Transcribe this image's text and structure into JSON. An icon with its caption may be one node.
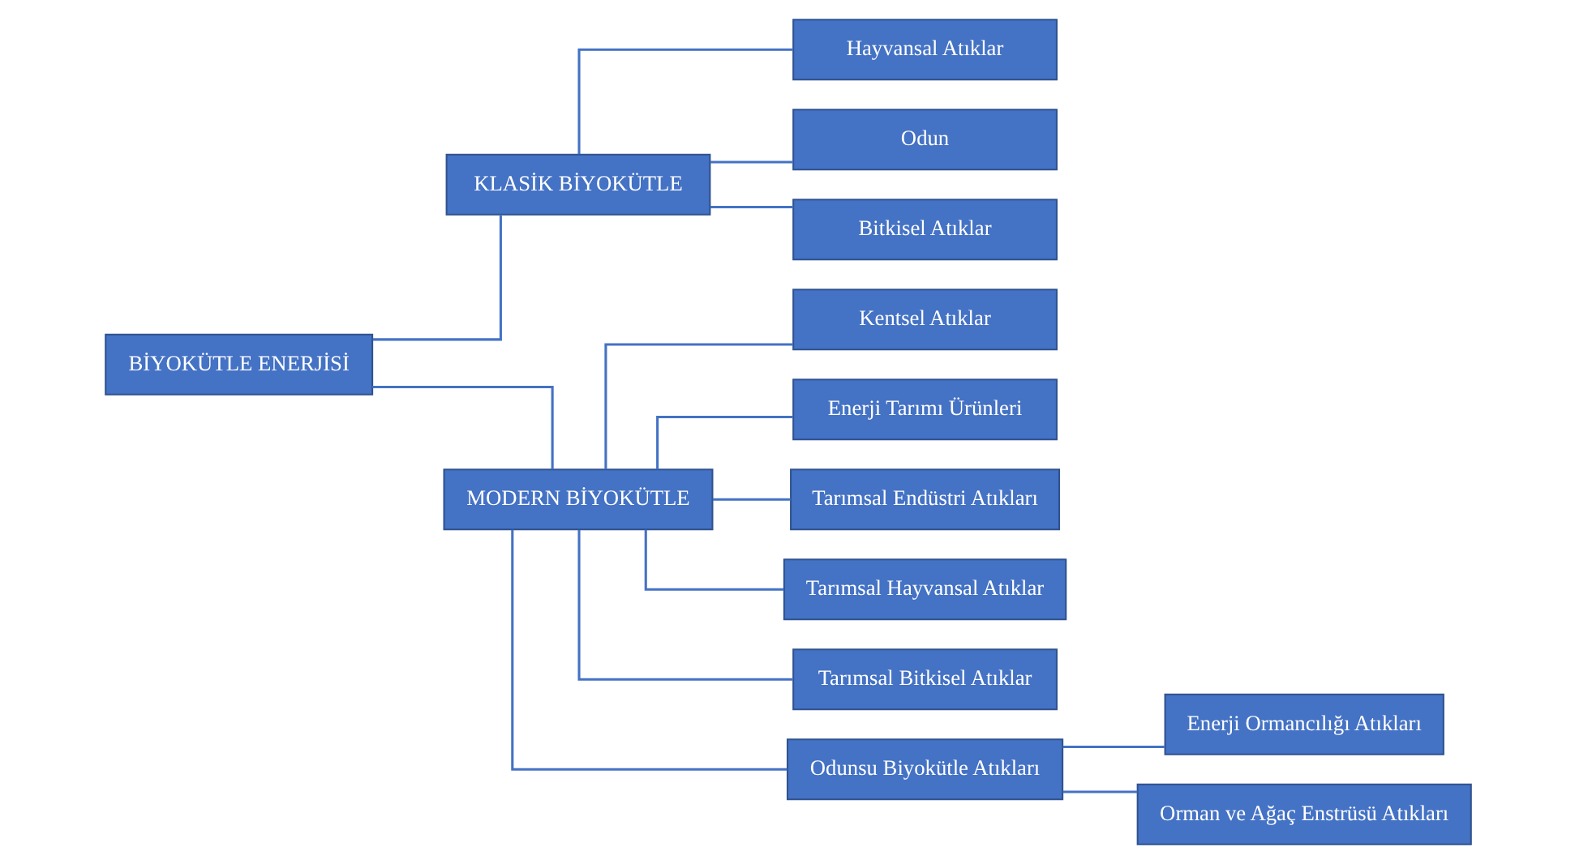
{
  "diagram": {
    "nodes": [
      {
        "text": [
          "BİYOKÜTLE ENERJİSİ"
        ]
      },
      {
        "text": [
          "KLASİK BİYOKÜTLE"
        ]
      },
      {
        "text": [
          "MODERN BİYOKÜTLE"
        ]
      },
      {
        "text": [
          "Hayvansal Atıklar"
        ]
      },
      {
        "text": [
          "Odun"
        ]
      },
      {
        "text": [
          "Bitkisel Atıklar"
        ]
      },
      {
        "text": [
          "Kentsel Atıklar"
        ]
      },
      {
        "text": [
          "Enerji Tarımı Ürünleri"
        ]
      },
      {
        "text": [
          "Tarımsal Endüstri Atıkları"
        ]
      },
      {
        "text": [
          "Tarımsal Hayvansal Atıklar"
        ]
      },
      {
        "text": [
          "Tarımsal Bitkisel Atıklar"
        ]
      },
      {
        "text": [
          "Odunsu Biyokütle Atıkları"
        ]
      },
      {
        "text": [
          "Enerji Ormancılığı Atıkları"
        ]
      },
      {
        "text": [
          "Orman ve Ağaç Enstrüsü Atıkları"
        ]
      }
    ],
    "edges": [
      {
        "from": 0,
        "to": 1,
        "arrow": "none"
      },
      {
        "from": 0,
        "to": 2,
        "arrow": "none"
      },
      {
        "from": 1,
        "to": 3,
        "arrow": "none"
      },
      {
        "from": 1,
        "to": 4,
        "arrow": "none"
      },
      {
        "from": 1,
        "to": 5,
        "arrow": "none"
      },
      {
        "from": 2,
        "to": 6,
        "arrow": "none"
      },
      {
        "from": 2,
        "to": 7,
        "arrow": "none"
      },
      {
        "from": 2,
        "to": 8,
        "arrow": "none"
      },
      {
        "from": 2,
        "to": 9,
        "arrow": "none"
      },
      {
        "from": 2,
        "to": 10,
        "arrow": "none"
      },
      {
        "from": 2,
        "to": 11,
        "arrow": "none"
      },
      {
        "from": 11,
        "to": 12,
        "arrow": "none"
      },
      {
        "from": 11,
        "to": 13,
        "arrow": "none"
      }
    ]
  }
}
